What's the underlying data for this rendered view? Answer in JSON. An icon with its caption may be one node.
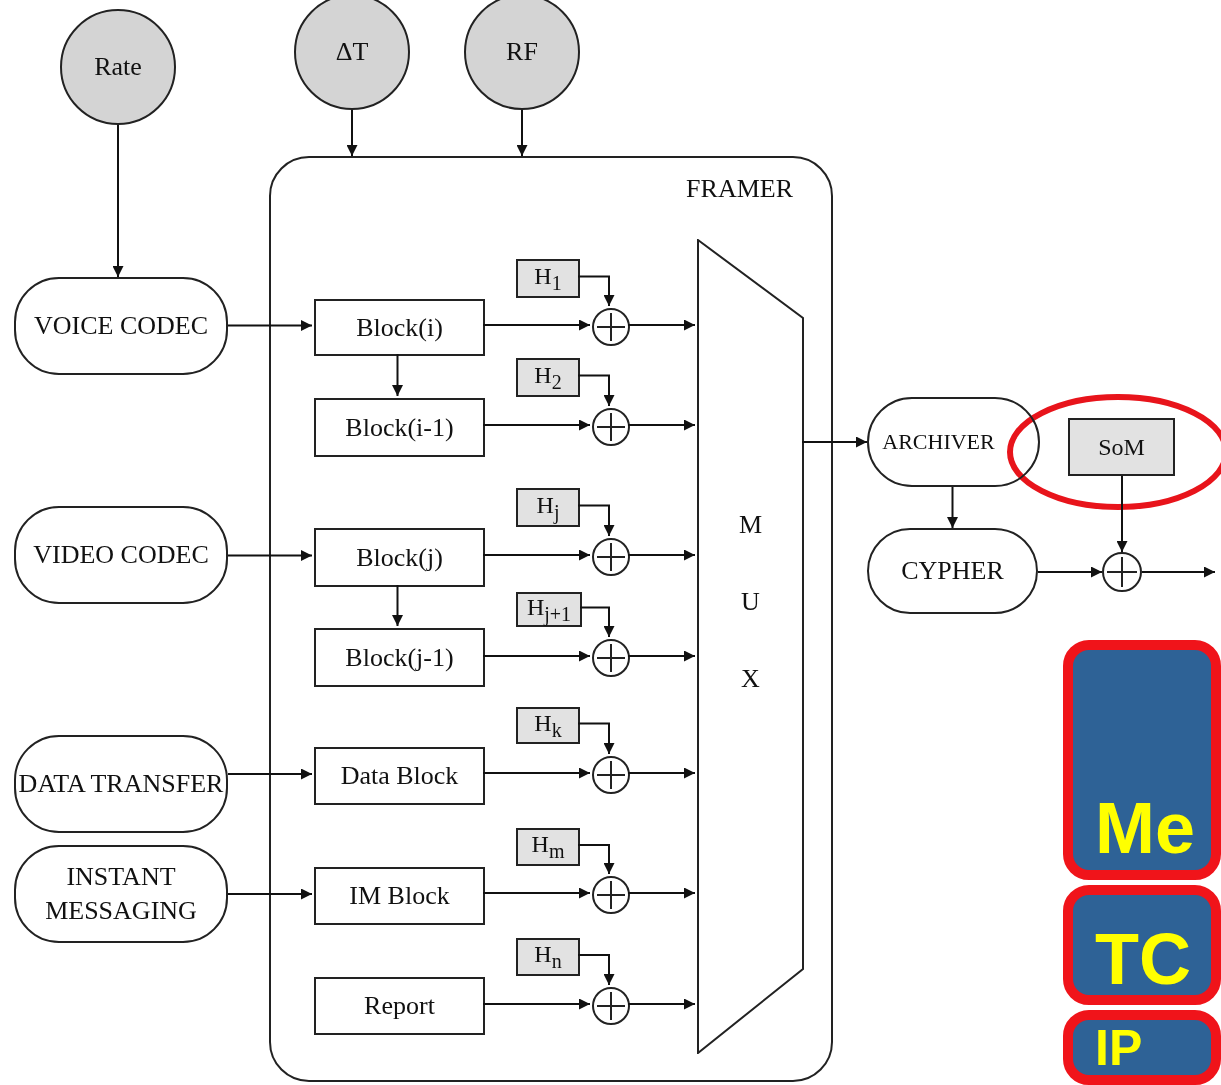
{
  "diagram": {
    "nodes": [
      {
        "text": [
          "Rate"
        ]
      },
      {
        "text": [
          "ΔT"
        ]
      },
      {
        "text": [
          "RF"
        ]
      },
      {
        "text": [
          "VOICE CODEC"
        ]
      },
      {
        "text": [
          "VIDEO CODEC"
        ]
      },
      {
        "text": [
          "DATA TRANSFER"
        ]
      },
      {
        "text": [
          "INSTANT MESSAGING"
        ]
      },
      {
        "text": [
          "FRAMER"
        ]
      },
      {
        "text": [
          "Block(i)"
        ],
        "in": 7
      },
      {
        "text": [
          "Block(i-1)"
        ],
        "in": 7
      },
      {
        "text": [
          "Block(j)"
        ],
        "in": 7
      },
      {
        "text": [
          "Block(j-1)"
        ],
        "in": 7
      },
      {
        "text": [
          "Data Block"
        ],
        "in": 7
      },
      {
        "text": [
          "IM Block"
        ],
        "in": 7
      },
      {
        "text": [
          "Report"
        ],
        "in": 7
      },
      {
        "text": [
          "H$_{1}$"
        ],
        "in": 7
      },
      {
        "text": [
          "H$_{2}$"
        ],
        "in": 7
      },
      {
        "text": [
          "H$_{j}$"
        ],
        "in": 7
      },
      {
        "text": [
          "H$_{j+1}$"
        ],
        "in": 7
      },
      {
        "text": [
          "H$_{k}$"
        ],
        "in": 7
      },
      {
        "text": [
          "H$_{m}$"
        ],
        "in": 7
      },
      {
        "text": [
          "H$_{n}$"
        ],
        "in": 7
      },
      {
        "text": [],
        "shape": "circle",
        "in": 7
      },
      {
        "text": [],
        "shape": "circle",
        "in": 7
      },
      {
        "text": [],
        "shape": "circle",
        "in": 7
      },
      {
        "text": [],
        "shape": "circle",
        "in": 7
      },
      {
        "text": [],
        "shape": "circle",
        "in": 7
      },
      {
        "text": [],
        "shape": "circle",
        "in": 7
      },
      {
        "text": [],
        "shape": "circle",
        "in": 7
      },
      {
        "text": [
          "M U X"
        ],
        "in": 7
      },
      {
        "text": [
          "ARCHIVER"
        ]
      },
      {
        "text": [
          "CYPHER"
        ]
      },
      {
        "text": [
          "SoM"
        ]
      },
      {
        "text": [],
        "shape": "circle"
      },
      {
        "text": [
          "Me"
        ]
      },
      {
        "text": [
          "TC"
        ]
      },
      {
        "text": [
          "IP"
        ]
      }
    ],
    "edges": [
      {
        "from": 0,
        "to": 3,
        "arrow": "to"
      },
      {
        "from": 1,
        "to": 7,
        "arrow": "to"
      },
      {
        "from": 2,
        "to": 7,
        "arrow": "to"
      },
      {
        "from": 3,
        "to": 8,
        "arrow": "to"
      },
      {
        "from": 4,
        "to": 10,
        "arrow": "to"
      },
      {
        "from": 5,
        "to": 12,
        "arrow": "to"
      },
      {
        "from": 6,
        "to": 13,
        "arrow": "to"
      },
      {
        "from": 8,
        "to": 9,
        "arrow": "to"
      },
      {
        "from": 10,
        "to": 11,
        "arrow": "to"
      },
      {
        "from": 8,
        "to": 22,
        "arrow": "to"
      },
      {
        "from": 9,
        "to": 23,
        "arrow": "to"
      },
      {
        "from": 10,
        "to": 24,
        "arrow": "to"
      },
      {
        "from": 11,
        "to": 25,
        "arrow": "to"
      },
      {
        "from": 12,
        "to": 26,
        "arrow": "to"
      },
      {
        "from": 13,
        "to": 27,
        "arrow": "to"
      },
      {
        "from": 14,
        "to": 28,
        "arrow": "to"
      },
      {
        "from": 15,
        "to": 22,
        "arrow": "to"
      },
      {
        "from": 16,
        "to": 23,
        "arrow": "to"
      },
      {
        "from": 17,
        "to": 24,
        "arrow": "to"
      },
      {
        "from": 18,
        "to": 25,
        "arrow": "to"
      },
      {
        "from": 19,
        "to": 26,
        "arrow": "to"
      },
      {
        "from": 20,
        "to": 27,
        "arrow": "to"
      },
      {
        "from": 21,
        "to": 28,
        "arrow": "to"
      },
      {
        "from": 22,
        "to": 29,
        "arrow": "to"
      },
      {
        "from": 23,
        "to": 29,
        "arrow": "to"
      },
      {
        "from": 24,
        "to": 29,
        "arrow": "to"
      },
      {
        "from": 25,
        "to": 29,
        "arrow": "to"
      },
      {
        "from": 26,
        "to": 29,
        "arrow": "to"
      },
      {
        "from": 27,
        "to": 29,
        "arrow": "to"
      },
      {
        "from": 28,
        "to": 29,
        "arrow": "to"
      },
      {
        "from": 29,
        "to": 30,
        "arrow": "to"
      },
      {
        "from": 30,
        "to": 31,
        "arrow": "to"
      },
      {
        "from": 31,
        "to": 33,
        "arrow": "to"
      },
      {
        "from": 32,
        "to": 33,
        "arrow": "to"
      },
      {
        "from": 33,
        "to": null,
        "arrow": "to"
      }
    ]
  }
}
